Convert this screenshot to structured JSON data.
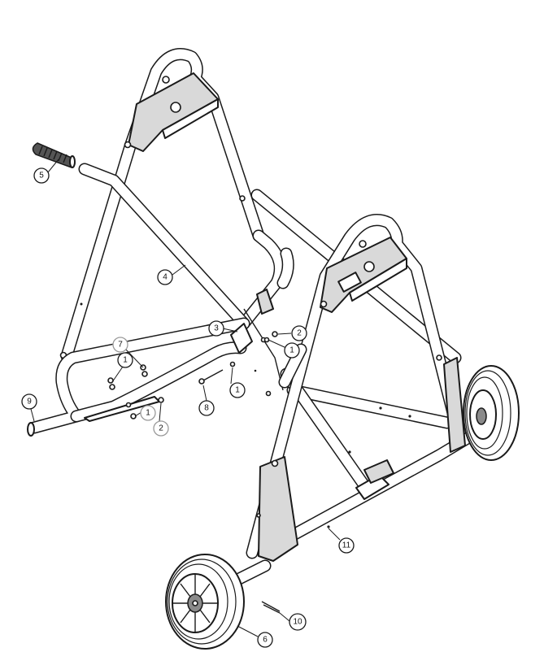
{
  "callouts": [
    {
      "id": "1a",
      "label": "1"
    },
    {
      "id": "1b",
      "label": "1"
    },
    {
      "id": "1c",
      "label": "1"
    },
    {
      "id": "1d",
      "label": "1"
    },
    {
      "id": "2a",
      "label": "2"
    },
    {
      "id": "2b",
      "label": "2"
    },
    {
      "id": "3",
      "label": "3"
    },
    {
      "id": "4",
      "label": "4"
    },
    {
      "id": "5",
      "label": "5"
    },
    {
      "id": "6",
      "label": "6"
    },
    {
      "id": "7",
      "label": "7"
    },
    {
      "id": "8",
      "label": "8"
    },
    {
      "id": "9",
      "label": "9"
    },
    {
      "id": "10",
      "label": "10"
    },
    {
      "id": "11",
      "label": "11"
    }
  ]
}
